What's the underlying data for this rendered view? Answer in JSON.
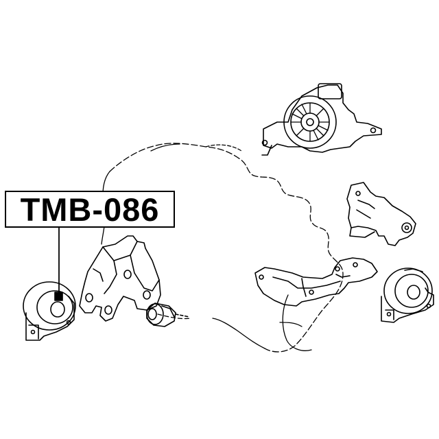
{
  "label": {
    "part_number": "TMB-086"
  },
  "colors": {
    "line": "#000000",
    "background": "#ffffff"
  },
  "parts": [
    "engine-outline",
    "top-engine-mount",
    "right-upper-mount-bracket",
    "center-lower-bracket",
    "right-mount",
    "left-mount",
    "mount-bracket",
    "small-bushing"
  ]
}
